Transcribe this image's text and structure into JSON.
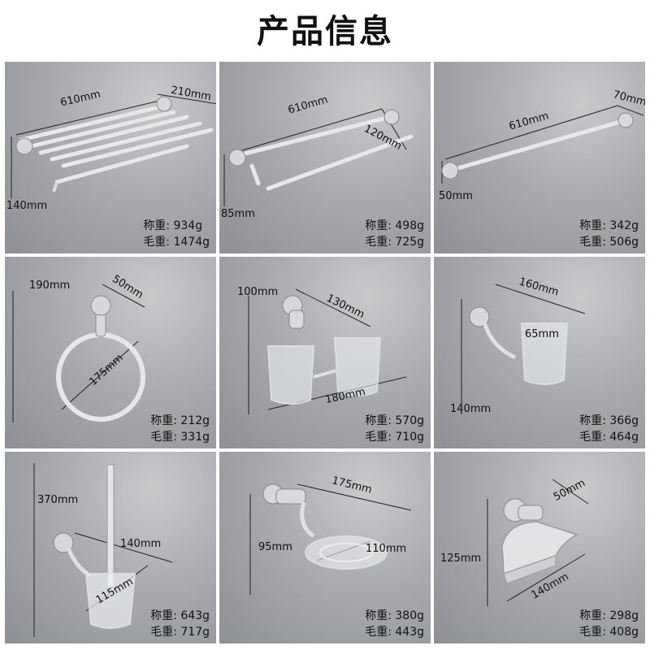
{
  "title": "产品信息",
  "products": [
    {
      "dims": [
        "610mm",
        "210mm",
        "140mm"
      ],
      "net_label": "称重:",
      "net": "934g",
      "gross_label": "毛重:",
      "gross": "1474g"
    },
    {
      "dims": [
        "610mm",
        "120mm",
        "85mm"
      ],
      "net_label": "称重:",
      "net": "498g",
      "gross_label": "毛重:",
      "gross": "725g"
    },
    {
      "dims": [
        "610mm",
        "70mm",
        "50mm"
      ],
      "net_label": "称重:",
      "net": "342g",
      "gross_label": "毛重:",
      "gross": "506g"
    },
    {
      "dims": [
        "190mm",
        "50mm",
        "175mm"
      ],
      "net_label": "称重:",
      "net": "212g",
      "gross_label": "毛重:",
      "gross": "331g"
    },
    {
      "dims": [
        "100mm",
        "130mm",
        "180mm"
      ],
      "net_label": "称重:",
      "net": "570g",
      "gross_label": "毛重:",
      "gross": "710g"
    },
    {
      "dims": [
        "160mm",
        "65mm",
        "140mm"
      ],
      "net_label": "称重:",
      "net": "366g",
      "gross_label": "毛重:",
      "gross": "464g"
    },
    {
      "dims": [
        "370mm",
        "140mm",
        "115mm"
      ],
      "net_label": "称重:",
      "net": "643g",
      "gross_label": "毛重:",
      "gross": "717g"
    },
    {
      "dims": [
        "175mm",
        "95mm",
        "110mm"
      ],
      "net_label": "称重:",
      "net": "380g",
      "gross_label": "毛重:",
      "gross": "443g"
    },
    {
      "dims": [
        "50mm",
        "125mm",
        "140mm"
      ],
      "net_label": "称重:",
      "net": "298g",
      "gross_label": "毛重:",
      "gross": "408g"
    }
  ]
}
